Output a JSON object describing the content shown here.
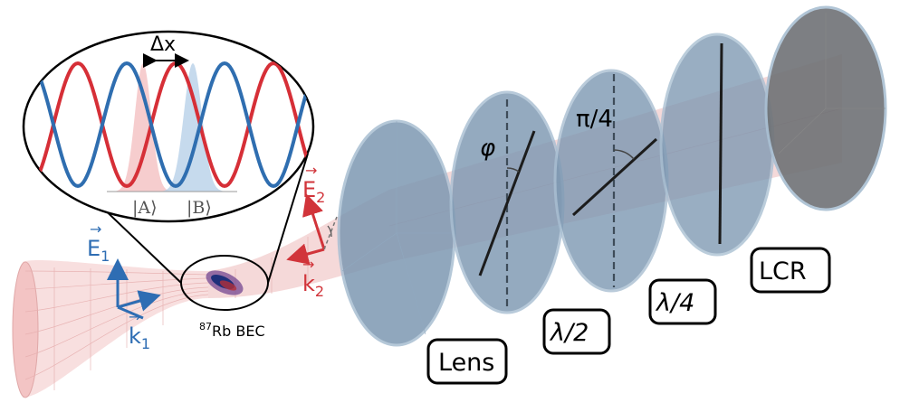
{
  "inset": {
    "shift_label": "Δx",
    "state_a": "|A⟩",
    "state_b": "|B⟩",
    "colors": {
      "red": "#d62f37",
      "blue": "#2f6eb0"
    }
  },
  "beams": {
    "beam1": {
      "e_label": "E",
      "e_sub": "1",
      "k_label": "k",
      "k_sub": "1",
      "color": "#2e6db3"
    },
    "beam2": {
      "e_label": "E",
      "e_sub": "2",
      "k_label": "k",
      "k_sub": "2",
      "color": "#d1343a"
    }
  },
  "bec": {
    "isotope": "87",
    "label": "Rb BEC"
  },
  "components": {
    "angle_phi": "φ",
    "angle_pi4": "π/4",
    "labels": [
      "Lens",
      "λ/2",
      "λ/4",
      "LCR"
    ]
  }
}
